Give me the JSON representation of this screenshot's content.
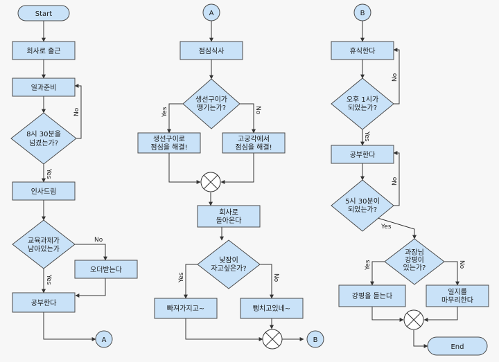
{
  "col1": {
    "start": "Start",
    "go_work": "회사로 출근",
    "prep_work": "일과준비",
    "q_time": [
      "8시 30분을",
      "넘겼는가?"
    ],
    "attendance": "인사드림",
    "q_assign": [
      "교육과제가",
      "남아있는가"
    ],
    "order_wait": "오더받는다",
    "study": "공부한다",
    "to_A": "A"
  },
  "col2": {
    "A": "A",
    "lunch": "점심식사",
    "q_want": [
      "생선구이가",
      "땡기는가?"
    ],
    "fish": [
      "생선구이로",
      "점심을 해결!"
    ],
    "palace": [
      "고궁각에서",
      "점심을 해결!"
    ],
    "return": [
      "회사로",
      "돌아온다"
    ],
    "q_nap": [
      "낮잠이",
      "자고싶은가?"
    ],
    "sleepy": "빠져가지고~",
    "awake": "뻥치고있네~",
    "to_B": "B"
  },
  "col3": {
    "B": "B",
    "rest": "휴식한다",
    "q_1pm": [
      "오후 1시가",
      "되었는가?"
    ],
    "study": "공부한다",
    "q_530": [
      "5시 30분이",
      "되었는가?"
    ],
    "q_lecture": [
      "과장님",
      "강평이",
      "있는가?"
    ],
    "listen": "강평을 듣는다",
    "finish": [
      "일지를",
      "마무리한다"
    ],
    "end": "End"
  },
  "labels": {
    "yes": "Yes",
    "no": "No"
  },
  "colors": {
    "node_fill": "#c9e2f8",
    "stroke": "#333333",
    "background": "#f7f7f7"
  }
}
